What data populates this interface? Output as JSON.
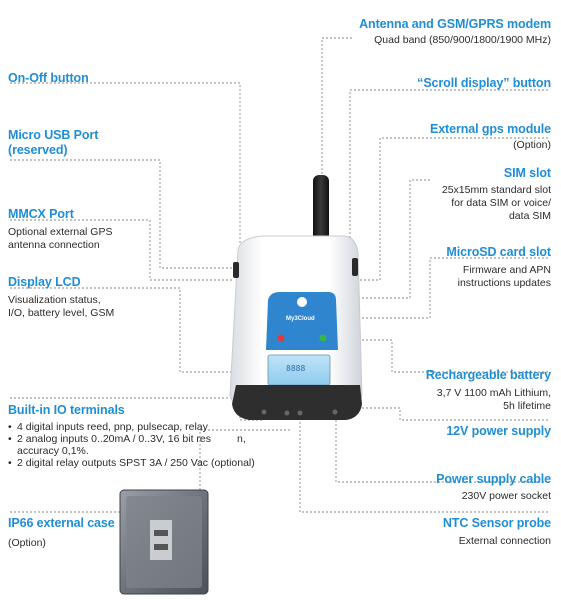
{
  "colors": {
    "title": "#1f8ed6",
    "text": "#2b2b2b",
    "leader": "#8a8a8a",
    "antenna_yellow": "#f1d321",
    "device_body": "#ffffff",
    "device_bottom": "#2e2e2e"
  },
  "labels": {
    "antenna": {
      "title": "Antenna and GSM/GPRS modem",
      "desc": "Quad band (850/900/1800/1900 MHz)"
    },
    "onoff": {
      "title": "On-Off button"
    },
    "scroll": {
      "title": "“Scroll display” button"
    },
    "usb": {
      "title_l1": "Micro USB Port",
      "title_l2": "(reserved)"
    },
    "gps": {
      "title": "External gps module",
      "desc": "(Option)"
    },
    "sim": {
      "title": "SIM slot",
      "desc_l1": "25x15mm standard slot",
      "desc_l2": "for data SIM or voice/",
      "desc_l3": "data SIM"
    },
    "mmcx": {
      "title": "MMCX Port",
      "desc_l1": "Optional external GPS",
      "desc_l2": "antenna connection"
    },
    "microsd": {
      "title": "MicroSD card slot",
      "desc_l1": "Firmware and APN",
      "desc_l2": "instructions updates"
    },
    "lcd": {
      "title": "Display LCD",
      "desc_l1": "Visualization status,",
      "desc_l2": "I/O, battery level, GSM"
    },
    "battery": {
      "title": "Rechargeable battery",
      "desc_l1": "3,7 V 1100 mAh Lithium,",
      "desc_l2": "5h lifetime"
    },
    "io": {
      "title": "Built-in IO terminals",
      "items": [
        {
          "l1": "4 digital inputs reed, pnp, pulsecap, relay"
        },
        {
          "l1": "2 analog inputs 0..20mA / 0..3V, 16 bit res",
          "l1b": "n,",
          "l2": "accuracy 0,1%."
        },
        {
          "l1": "2 digital relay outputs SPST 3A / 250 Vac (optional)"
        }
      ]
    },
    "power12": {
      "title": "12V power supply"
    },
    "cable": {
      "title": "Power supply cable",
      "desc": "230V power socket"
    },
    "ip66": {
      "title": "IP66 external case",
      "desc": "(Option)"
    },
    "ntc": {
      "title": "NTC Sensor probe",
      "desc": "External connection"
    }
  },
  "device": {
    "logo_text": "My3Cloud",
    "lcd_text": "8888"
  }
}
